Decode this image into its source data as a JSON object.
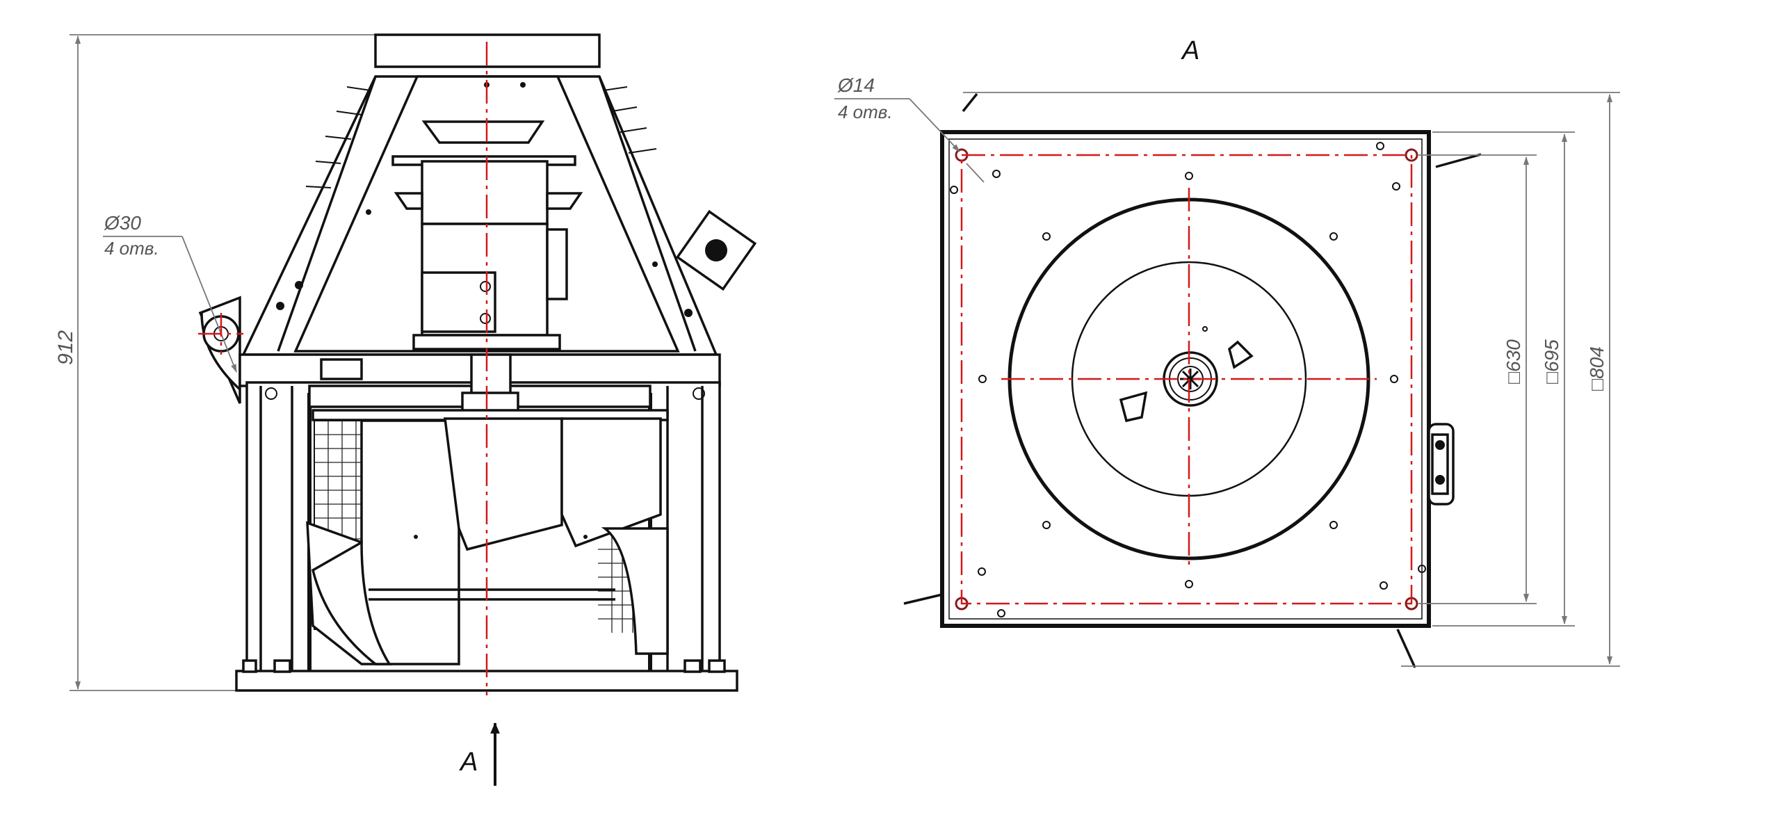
{
  "drawing": {
    "side_view": {
      "height_dim": "912",
      "hole_callout_diameter": "Ø30",
      "hole_callout_count": "4 отв.",
      "view_arrow_label": "A"
    },
    "plan_view": {
      "title": "A",
      "hole_callout_diameter": "Ø14",
      "hole_callout_count": "4 отв.",
      "dims": [
        "□630",
        "□695",
        "□804"
      ]
    },
    "colors": {
      "outline": "#111111",
      "centerline": "#d21a1a",
      "dimension": "#777777"
    }
  }
}
